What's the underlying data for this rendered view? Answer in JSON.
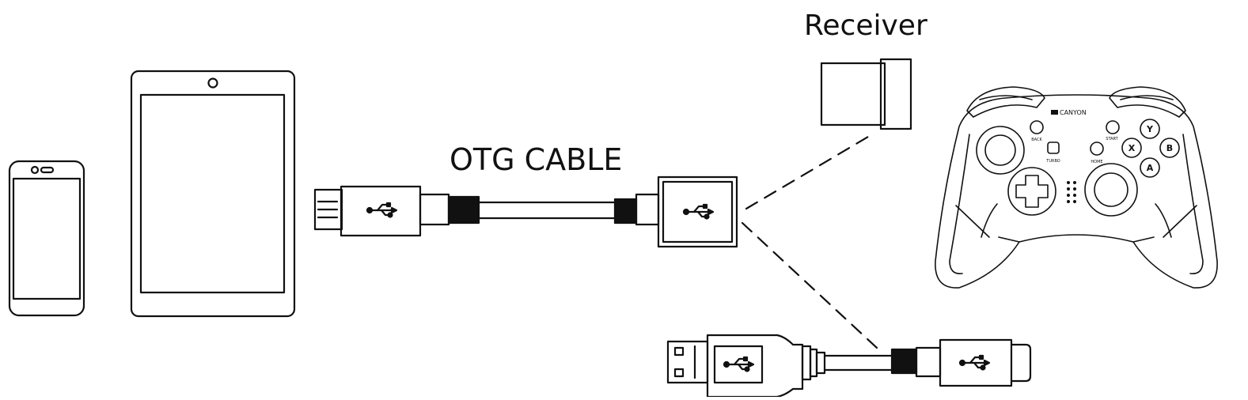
{
  "labels": {
    "otg_cable": "OTG CABLE",
    "receiver": "Receiver"
  },
  "gamepad": {
    "brand": "CANYON",
    "buttons": {
      "back": "BACK",
      "start": "START",
      "turbo": "TURBO",
      "home": "HOME",
      "y": "Y",
      "x": "X",
      "b": "B",
      "a": "A"
    }
  },
  "colors": {
    "stroke": "#111111",
    "background": "#ffffff"
  },
  "icons": [
    "smartphone-icon",
    "tablet-icon",
    "otg-cable-icon",
    "usb-receiver-icon",
    "gamepad-icon",
    "usb-charging-cable-icon",
    "usb-symbol-icon"
  ]
}
